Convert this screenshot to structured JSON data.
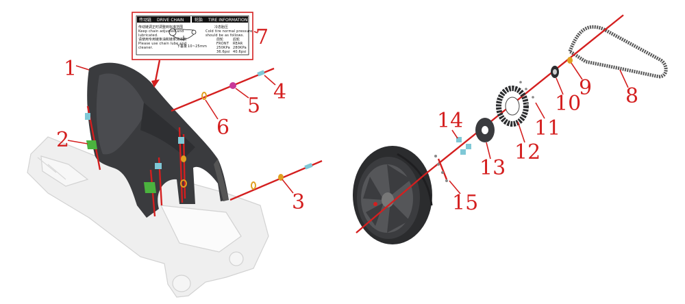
{
  "callouts": {
    "c1": "1",
    "c2": "2",
    "c3": "3",
    "c4": "4",
    "c5": "5",
    "c6": "6",
    "c7": "7",
    "c8": "8",
    "c9": "9",
    "c10": "10",
    "c11": "11",
    "c12": "12",
    "c13": "13",
    "c14": "14",
    "c15": "15"
  },
  "sticker": {
    "drive_chain_cn": "传动链",
    "drive_chain_en": "DRIVE CHAIN",
    "tire_info_cn": "轮胎",
    "tire_info_en": "TIRE INFORMATION",
    "chain_text_cn_1": "传动链调正时调整到标准范围",
    "chain_text_en_1": "Keep chain adjusted and",
    "chain_text_en_2": "lubricated.",
    "chain_text_cn_2": "请使用专用链条油和链条清洁剂",
    "chain_text_en_3": "Please use chain lube and",
    "chain_text_en_4": "cleaner.",
    "slack_cn": "下垂量",
    "slack_value": "10~25mm",
    "tire_cn": "冷态胎压",
    "tire_en_1": "Cold tire normal pressure",
    "tire_en_2": "should be as follows.",
    "front_cn": "前轮",
    "rear_cn": "后轮",
    "front_en": "FRONT",
    "rear_en": "REAR",
    "front_kpa": "250KPa",
    "rear_kpa": "280KPa",
    "front_psi": "36.6psi",
    "rear_psi": "40.6psi"
  },
  "colors": {
    "accent": "#d41f1f",
    "fender": "#3a3b3e",
    "tire": "#2b2c2e",
    "ghost": "#e8e8e8",
    "bolt": "#7fc8d6",
    "clip": "#4bb33e",
    "nut": "#c8389a",
    "washer": "#e0a020"
  }
}
